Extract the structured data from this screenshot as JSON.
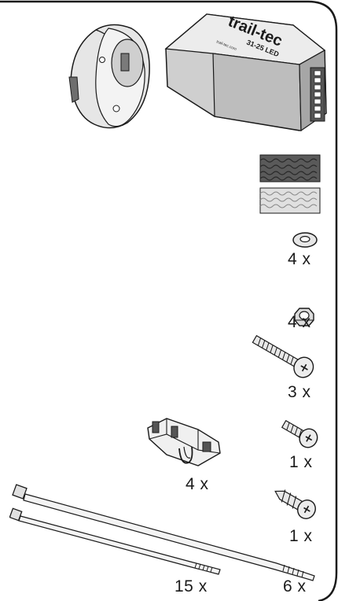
{
  "module": {
    "brand": "trail-tec",
    "model": "31-25 LED",
    "small_text": "trail-tec.com"
  },
  "parts": [
    {
      "id": "socket",
      "name": "13-pin socket"
    },
    {
      "id": "module",
      "name": "trail-tec 31-25 LED module"
    },
    {
      "id": "velcro-hook",
      "name": "Velcro hook strip"
    },
    {
      "id": "velcro-loop",
      "name": "Velcro loop strip"
    },
    {
      "id": "washer",
      "name": "Washer",
      "qty": "4 x"
    },
    {
      "id": "nut",
      "name": "Hex nut",
      "qty": "4 x"
    },
    {
      "id": "long-screw",
      "name": "Long machine screw",
      "qty": "3 x"
    },
    {
      "id": "short-screw",
      "name": "Short machine screw",
      "qty": "1 x"
    },
    {
      "id": "wood-screw",
      "name": "Self-tapping screw",
      "qty": "1 x"
    },
    {
      "id": "connector",
      "name": "Wire connector",
      "qty": "4 x"
    },
    {
      "id": "short-tie",
      "name": "Short cable tie",
      "qty": "15 x"
    },
    {
      "id": "long-tie",
      "name": "Long cable tie",
      "qty": "6 x"
    }
  ],
  "colors": {
    "outline": "#1a1a1a",
    "grey_light": "#d9d9d9",
    "grey_mid": "#a8a8a8",
    "grey_dark": "#6e6e6e"
  }
}
